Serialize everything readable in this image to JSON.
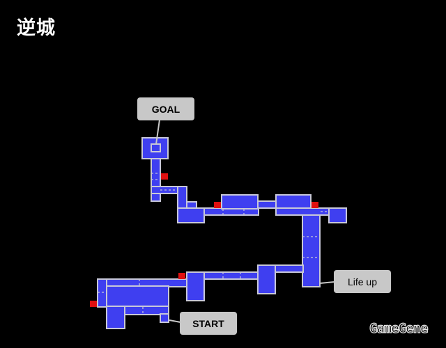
{
  "map": {
    "title": "逆城",
    "colors": {
      "background": "#000000",
      "room_fill": "#3f3ff0",
      "room_border": "#c8c8d8",
      "door_marker": "#e01010",
      "callout_bg": "#c8c8c8"
    }
  },
  "labels": {
    "goal": "GOAL",
    "start": "START",
    "life_up": "Life up"
  },
  "brand": {
    "text": "GameGene"
  }
}
